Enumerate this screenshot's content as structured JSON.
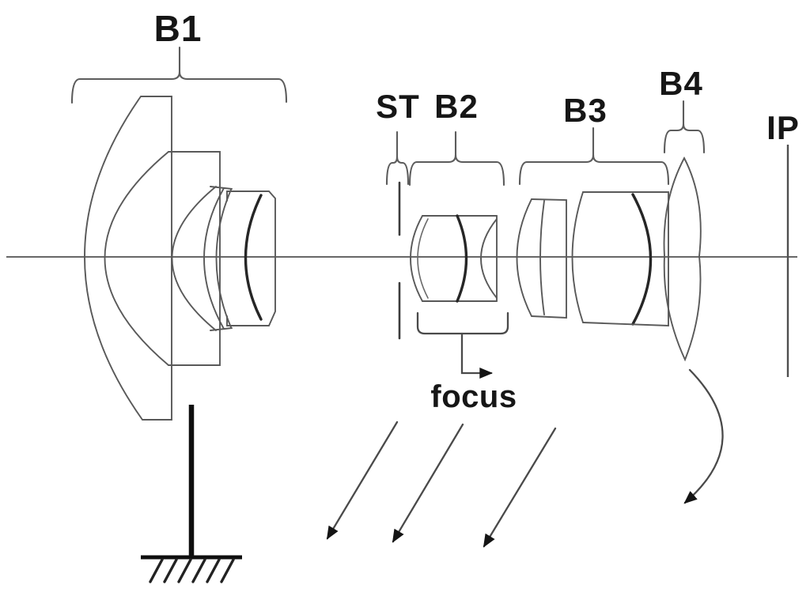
{
  "figure": {
    "type": "optical-lens-cross-section-diagram",
    "background_color": "#ffffff",
    "line_color": "#595959",
    "bold_line_color": "#262626",
    "text_color": "#161616",
    "labels": {
      "b1": "B1",
      "st": "ST",
      "b2": "B2",
      "b3": "B3",
      "b4": "B4",
      "ip": "IP",
      "focus": "focus"
    }
  }
}
